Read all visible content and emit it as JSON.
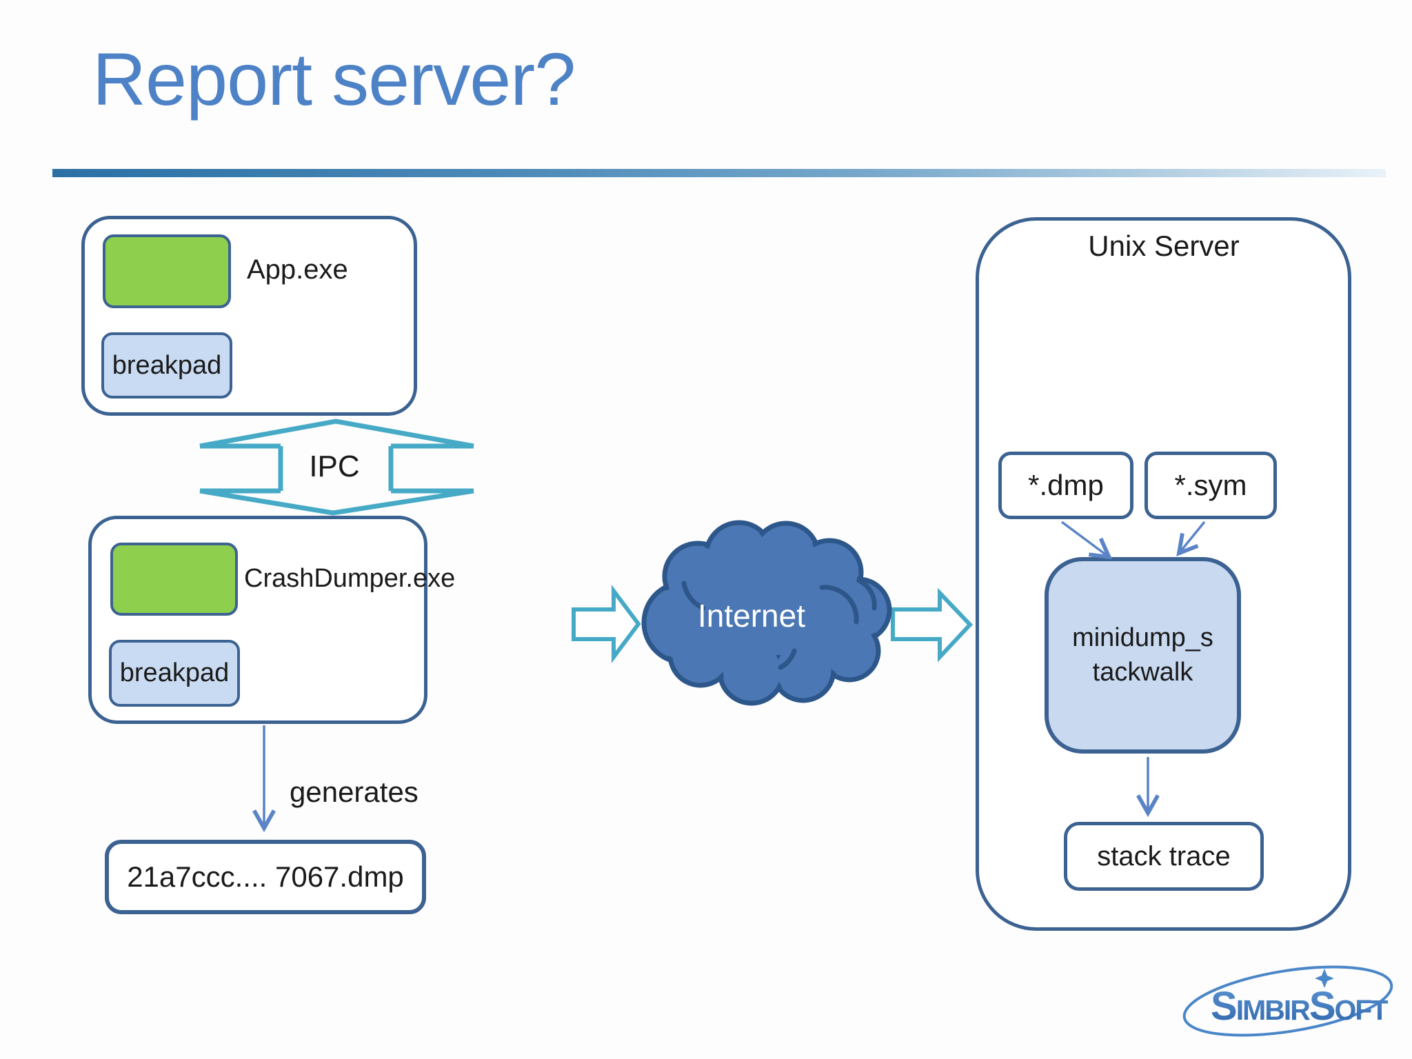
{
  "slide": {
    "title": "Report server?",
    "logo": {
      "s1": "S",
      "part1": "IMBIR",
      "s2": "S",
      "part2": "OFT"
    },
    "colors": {
      "title_blue": "#4e82c6",
      "box_border_blue": "#3c6292",
      "module_green": "#8ed04e",
      "module_light_blue": "#c9dbf2",
      "teal_accent": "#46aac6",
      "cloud_fill": "#4b77b4",
      "cloud_border": "#2d578b",
      "thin_arrow_blue": "#5a84c6",
      "logo_blue": "#3e7cc1"
    }
  },
  "diagram": {
    "app_box": {
      "label": "App.exe",
      "module": "breakpad"
    },
    "ipc_label": "IPC",
    "crash_box": {
      "label": "CrashDumper.exe",
      "module": "breakpad"
    },
    "generates_label": "generates",
    "dump_file_label": "21a7ccc.... 7067.dmp",
    "internet_label": "Internet",
    "unix_server": {
      "title": "Unix Server",
      "dmp_label": "*.dmp",
      "sym_label": "*.sym",
      "tool_label": "minidump_s\ntackwalk",
      "stack_trace_label": "stack trace"
    }
  }
}
